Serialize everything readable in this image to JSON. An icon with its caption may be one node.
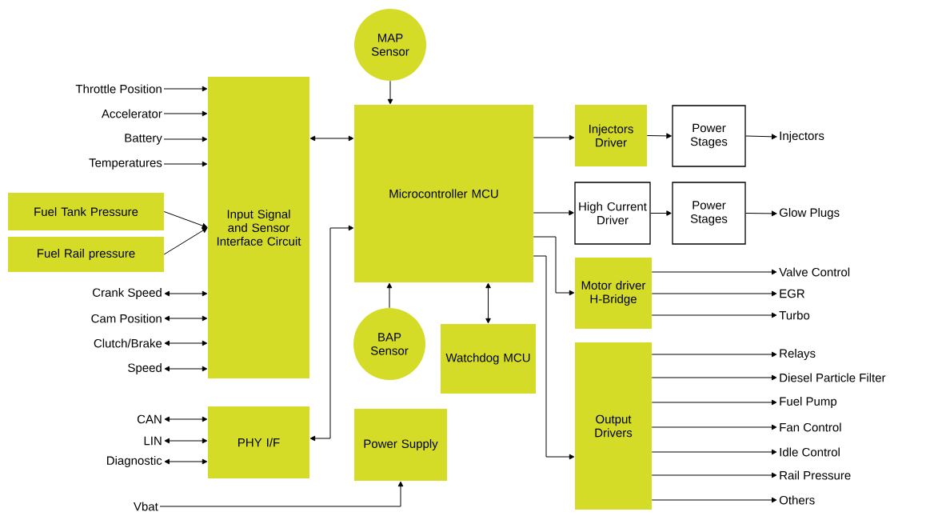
{
  "diagram": {
    "nodes": [
      {
        "text": [
          "Throttle Position"
        ]
      },
      {
        "text": [
          "Accelerator"
        ]
      },
      {
        "text": [
          "Battery"
        ]
      },
      {
        "text": [
          "Temperatures"
        ]
      },
      {
        "text": [
          "Fuel Tank Pressure"
        ]
      },
      {
        "text": [
          "Fuel Rail pressure"
        ]
      },
      {
        "text": [
          "Crank Speed"
        ]
      },
      {
        "text": [
          "Cam Position"
        ]
      },
      {
        "text": [
          "Clutch/Brake"
        ]
      },
      {
        "text": [
          "Speed"
        ]
      },
      {
        "text": [
          "Input Signal and Sensor Interface Circuit"
        ]
      },
      {
        "text": [
          "CAN"
        ]
      },
      {
        "text": [
          "LIN"
        ]
      },
      {
        "text": [
          "Diagnostic"
        ]
      },
      {
        "text": [
          "PHY I/F"
        ]
      },
      {
        "text": [
          "Vbat"
        ]
      },
      {
        "text": [
          "MAP Sensor"
        ]
      },
      {
        "text": [
          "Microcontroller MCU"
        ]
      },
      {
        "text": [
          "BAP Sensor"
        ]
      },
      {
        "text": [
          "Watchdog MCU"
        ]
      },
      {
        "text": [
          "Power Supply"
        ]
      },
      {
        "text": [
          "Injectors Driver"
        ]
      },
      {
        "text": [
          "Power Stages"
        ]
      },
      {
        "text": [
          "Injectors"
        ]
      },
      {
        "text": [
          "High Current Driver"
        ]
      },
      {
        "text": [
          "Power Stages"
        ]
      },
      {
        "text": [
          "Glow Plugs"
        ]
      },
      {
        "text": [
          "Motor driver H-Bridge"
        ]
      },
      {
        "text": [
          "Valve Control"
        ]
      },
      {
        "text": [
          "EGR"
        ]
      },
      {
        "text": [
          "Turbo"
        ]
      },
      {
        "text": [
          "Output Drivers"
        ]
      },
      {
        "text": [
          "Relays"
        ]
      },
      {
        "text": [
          "Diesel Particle Filter"
        ]
      },
      {
        "text": [
          "Fuel Pump"
        ]
      },
      {
        "text": [
          "Fan Control"
        ]
      },
      {
        "text": [
          "Idle Control"
        ]
      },
      {
        "text": [
          "Rail Pressure"
        ]
      },
      {
        "text": [
          "Others"
        ]
      }
    ],
    "edges": [
      {
        "from": 0,
        "to": 10,
        "arrow": "to"
      },
      {
        "from": 1,
        "to": 10,
        "arrow": "to"
      },
      {
        "from": 2,
        "to": 10,
        "arrow": "to"
      },
      {
        "from": 3,
        "to": 10,
        "arrow": "to"
      },
      {
        "from": 4,
        "to": 10,
        "arrow": "to"
      },
      {
        "from": 5,
        "to": 10,
        "arrow": "to"
      },
      {
        "from": 6,
        "to": 10,
        "arrow": "both"
      },
      {
        "from": 7,
        "to": 10,
        "arrow": "both"
      },
      {
        "from": 8,
        "to": 10,
        "arrow": "both"
      },
      {
        "from": 9,
        "to": 10,
        "arrow": "both"
      },
      {
        "from": 10,
        "to": 17,
        "arrow": "both"
      },
      {
        "from": 11,
        "to": 14,
        "arrow": "both"
      },
      {
        "from": 12,
        "to": 14,
        "arrow": "both"
      },
      {
        "from": 13,
        "to": 14,
        "arrow": "both"
      },
      {
        "from": 14,
        "to": 17,
        "arrow": "both"
      },
      {
        "from": 15,
        "to": 20,
        "arrow": "to"
      },
      {
        "from": 16,
        "to": 17,
        "arrow": "to"
      },
      {
        "from": 18,
        "to": 17,
        "arrow": "to"
      },
      {
        "from": 19,
        "to": 17,
        "arrow": "both"
      },
      {
        "from": 17,
        "to": 21,
        "arrow": "to"
      },
      {
        "from": 21,
        "to": 22,
        "arrow": "to"
      },
      {
        "from": 22,
        "to": 23,
        "arrow": "to"
      },
      {
        "from": 17,
        "to": 24,
        "arrow": "to"
      },
      {
        "from": 24,
        "to": 25,
        "arrow": "to"
      },
      {
        "from": 25,
        "to": 26,
        "arrow": "to"
      },
      {
        "from": 17,
        "to": 27,
        "arrow": "to"
      },
      {
        "from": 17,
        "to": 31,
        "arrow": "to"
      },
      {
        "from": 27,
        "to": 28,
        "arrow": "to"
      },
      {
        "from": 27,
        "to": 29,
        "arrow": "to"
      },
      {
        "from": 27,
        "to": 30,
        "arrow": "to"
      },
      {
        "from": 31,
        "to": 32,
        "arrow": "to"
      },
      {
        "from": 31,
        "to": 33,
        "arrow": "to"
      },
      {
        "from": 31,
        "to": 34,
        "arrow": "to"
      },
      {
        "from": 31,
        "to": 35,
        "arrow": "to"
      },
      {
        "from": 31,
        "to": 36,
        "arrow": "to"
      },
      {
        "from": 31,
        "to": 37,
        "arrow": "to"
      },
      {
        "from": 31,
        "to": 38,
        "arrow": "to"
      }
    ]
  }
}
